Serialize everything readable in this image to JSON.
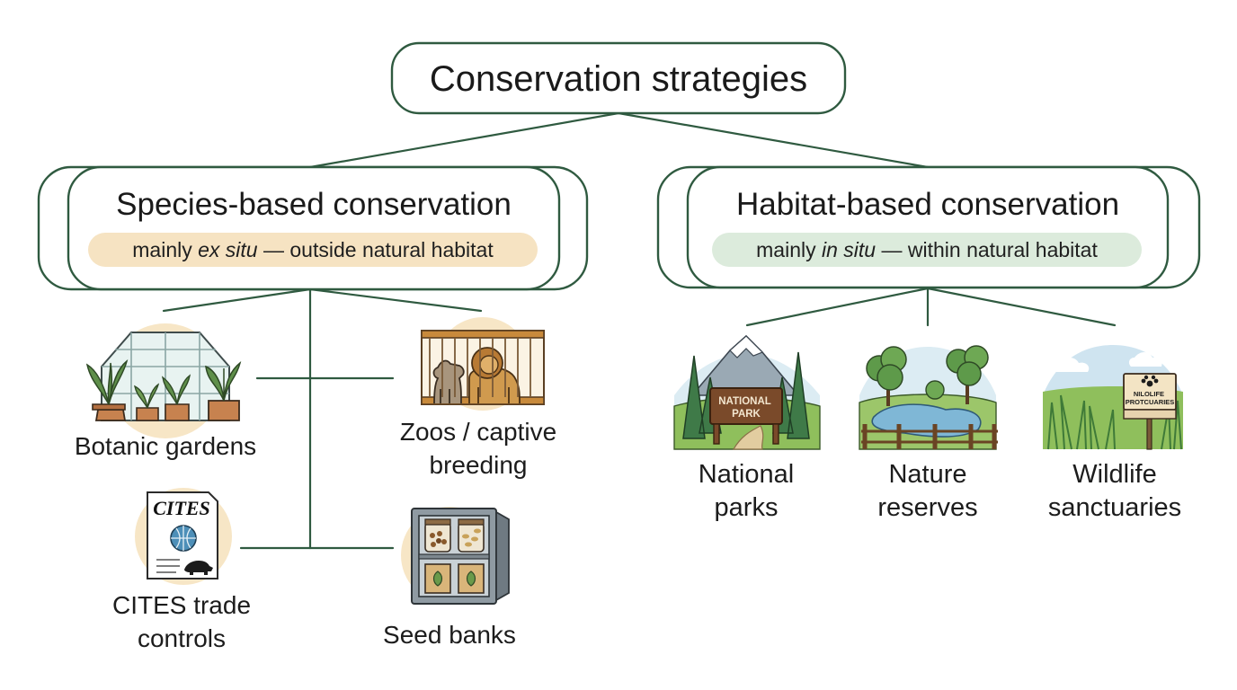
{
  "root": {
    "title": "Conservation strategies"
  },
  "species_branch": {
    "title": "Species-based conservation",
    "subtitle": {
      "before": "mainly ",
      "term": "ex situ",
      "after": " — outside natural habitat"
    },
    "highlight_color": "#f6e3c2",
    "items": [
      {
        "label": "Botanic gardens",
        "icon": "greenhouse-icon"
      },
      {
        "label": "Zoos / captive\nbreeding",
        "icon": "animal-cage-icon"
      },
      {
        "label": "CITES trade\ncontrols",
        "icon": "cites-document-icon",
        "icon_text": "CITES"
      },
      {
        "label": "Seed banks",
        "icon": "seed-vault-icon"
      }
    ]
  },
  "habitat_branch": {
    "title": "Habitat-based conservation",
    "subtitle": {
      "before": "mainly ",
      "term": "in situ",
      "after": " — within natural habitat"
    },
    "highlight_color": "#dcebdc",
    "items": [
      {
        "label": "National\nparks",
        "icon": "national-park-icon",
        "sign_text": "NATIONAL\nPARK"
      },
      {
        "label": "Nature\nreserves",
        "icon": "nature-reserve-icon"
      },
      {
        "label": "Wildlife\nsanctuaries",
        "icon": "wildlife-sanctuary-icon",
        "sign_text": "NILOLIFE\nPROTCUARIES"
      }
    ]
  },
  "colors": {
    "outline": "#2f5a40",
    "icon_halo": "#f7e6c6"
  }
}
